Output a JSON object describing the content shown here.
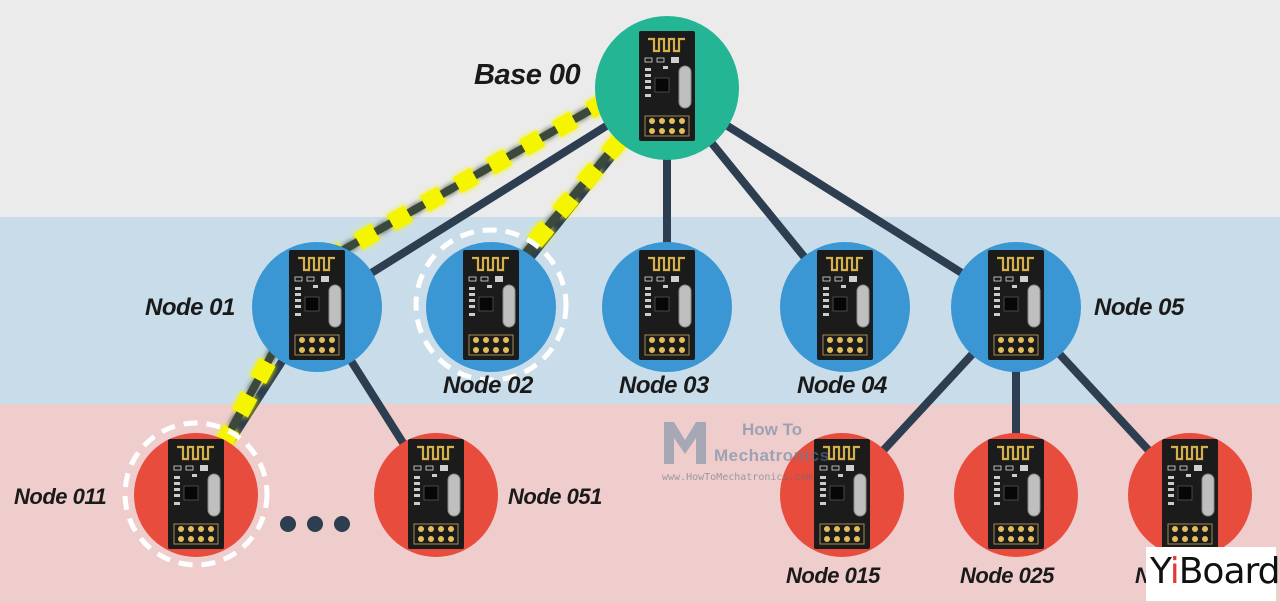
{
  "colors": {
    "band_top": "#ebebeb",
    "band_mid": "#c8dde9",
    "band_bot": "#eecdcc",
    "base_node": "#23b594",
    "level1_node": "#3b96d4",
    "level2_node": "#e84c3d",
    "link": "#2c3e50",
    "route_highlight": "#f5f500",
    "module_board": "#1b1b1b"
  },
  "labels": {
    "base": "Base 00",
    "node01": "Node 01",
    "node02": "Node 02",
    "node03": "Node 03",
    "node04": "Node 04",
    "node05": "Node 05",
    "node011": "Node 011",
    "node051": "Node 051",
    "node015": "Node 015",
    "node025": "Node 025",
    "node035_partial": "N"
  },
  "ellipsis": "• • •",
  "watermark": {
    "line1": "How To",
    "line2": "Mechatronics",
    "url": "www.HowToMechatronics.com"
  },
  "brand": {
    "prefix": "Y",
    "accent": "i",
    "suffix": "Board"
  }
}
